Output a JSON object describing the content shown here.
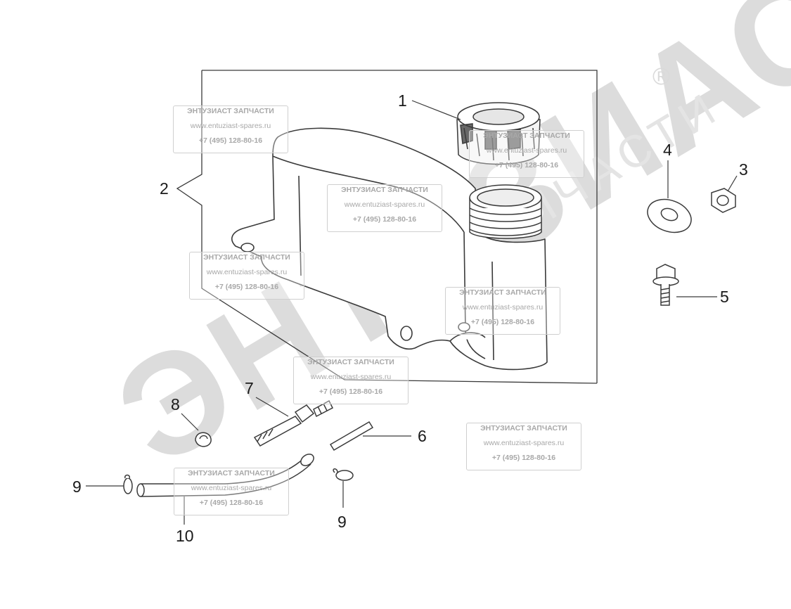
{
  "watermark": {
    "brand": "ЭНТУЗИАСТ!",
    "sub": "ЗАПЧАСТИ",
    "reg": "®",
    "stamp_title": "ЭНТУЗИАСТ ЗАПЧАСТИ",
    "stamp_site": "www.entuziast-spares.ru",
    "stamp_phone": "+7 (495) 128-80-16"
  },
  "callouts": [
    {
      "id": "1",
      "text": "1"
    },
    {
      "id": "2",
      "text": "2"
    },
    {
      "id": "3",
      "text": "3"
    },
    {
      "id": "4",
      "text": "4"
    },
    {
      "id": "5",
      "text": "5"
    },
    {
      "id": "6",
      "text": "6"
    },
    {
      "id": "7",
      "text": "7"
    },
    {
      "id": "8",
      "text": "8"
    },
    {
      "id": "9a",
      "text": "9"
    },
    {
      "id": "9b",
      "text": "9"
    },
    {
      "id": "10",
      "text": "10"
    }
  ],
  "colors": {
    "line": "#3a3a3a",
    "watermark": "#dcdcdc",
    "stamp_text": "#a8a8a8"
  }
}
